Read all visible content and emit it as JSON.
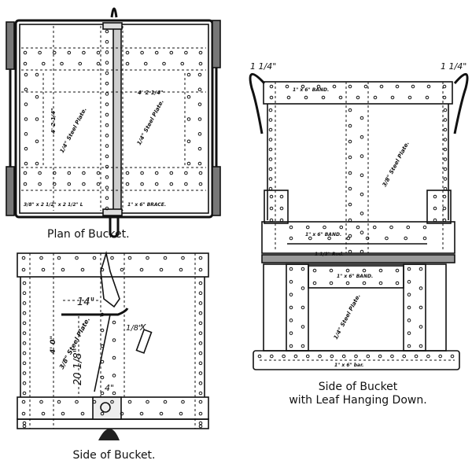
{
  "figures": {
    "plan": {
      "caption": "Plan of Bucket.",
      "labels": {
        "plate_left": "1/4\" Steel Plate.",
        "plate_right": "1/4\" Steel Plate.",
        "dim_vertical": "4' 2 1/4\"",
        "dim_horizontal": "4' 2 1/4\"",
        "angle": "3/8\" x 2 1/2\" x 2 1/2\" L",
        "brace": "1\" x 6\" BRACE."
      }
    },
    "side_leaf": {
      "caption_line1": "Side of Bucket",
      "caption_line2": "with Leaf Hanging Down.",
      "labels": {
        "dim_left": "1 1/4\"",
        "dim_right": "1 1/4\"",
        "top_band": "1\" x 6\" BAND.",
        "plate_upper": "3/8\" Steel Plate.",
        "middle_band": "1\" x 6\" BAND.",
        "rod": "1 1/2\" Rod.",
        "lower_band": "1\" x 6\" BAND.",
        "plate_lower": "1/4\" Steel Plate.",
        "bottom_bar": "1\" x 6\" bar."
      }
    },
    "side": {
      "caption": "Side of Bucket.",
      "labels": {
        "dim_14": "14\"",
        "dim_height": "4' 0\"",
        "plate": "3/8\" Steel Plate.",
        "dim_20": "20 1/8\"",
        "dim_1_8": "1/8\"",
        "dim_4": "4\"",
        "x_mark": "X"
      }
    }
  }
}
